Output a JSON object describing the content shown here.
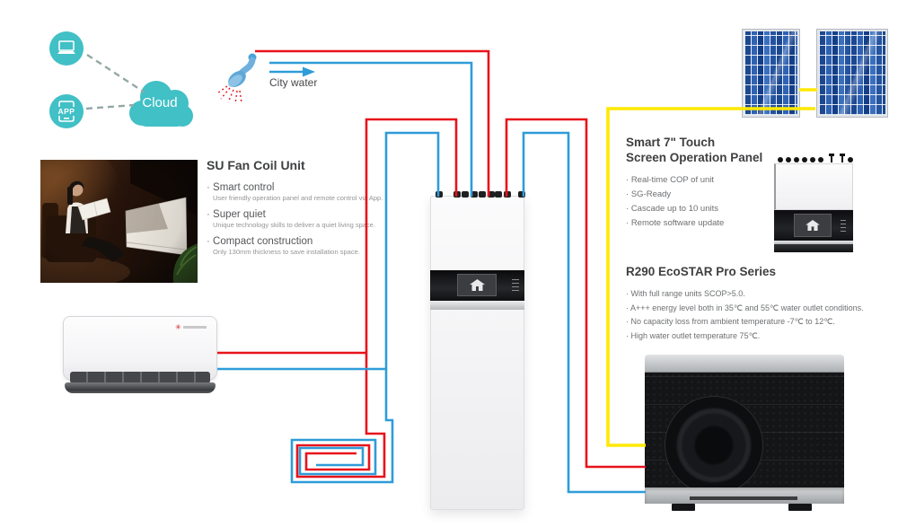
{
  "colors": {
    "teal": "#41c0c6",
    "pipe_red": "#e8131b",
    "pipe_blue": "#2f9cd8",
    "pipe_yellow": "#ffe900",
    "solar_blue": "#2a57a5"
  },
  "cloud_group": {
    "cloud_label": "Cloud",
    "app_label": "APP"
  },
  "city_water": {
    "label": "City water"
  },
  "fan_coil_section": {
    "title": "SU Fan Coil Unit",
    "features": [
      {
        "title": "Smart control",
        "desc": "User friendly operation panel and remote control via App."
      },
      {
        "title": "Super quiet",
        "desc": "Unique technology skills to deliver a quiet living space."
      },
      {
        "title": "Compact construction",
        "desc": "Only 130mm thickness to save installation space."
      }
    ]
  },
  "panel_section": {
    "title_line1": "Smart 7\" Touch",
    "title_line2": "Screen Operation Panel",
    "bullets": [
      "Real-time COP of unit",
      "SG-Ready",
      "Cascade up to 10 units",
      "Remote software update"
    ]
  },
  "r290_section": {
    "title": "R290 EcoSTAR Pro Series",
    "bullets": [
      "With full range units SCOP>5.0.",
      "A+++ energy level both in 35℃ and 55℃ water outlet conditions.",
      "No capacity loss from ambient temperature -7℃ to 12℃.",
      "High water outlet temperature 75℃."
    ]
  }
}
